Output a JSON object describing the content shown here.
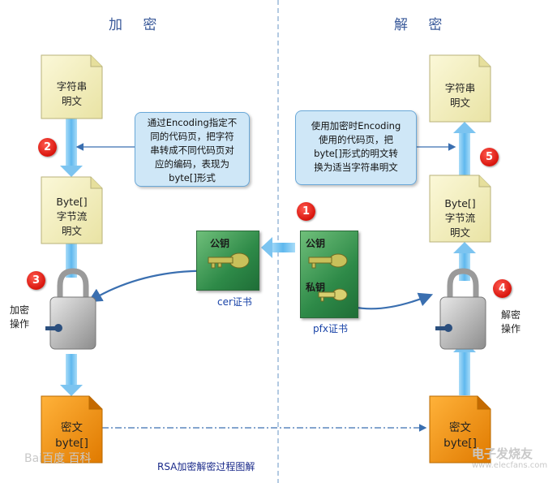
{
  "titles": {
    "encrypt": "加 密",
    "decrypt": "解 密"
  },
  "left": {
    "plaintext_doc": "字符串\n明文",
    "byte_doc": "Byte[]\n字节流\n明文",
    "cipher_doc": "密文\nbyte[]",
    "op_label": "加密\n操作"
  },
  "right": {
    "plaintext_doc": "字符串\n明文",
    "byte_doc": "Byte[]\n字节流\n明文",
    "cipher_doc": "密文\nbyte[]",
    "op_label": "解密\n操作"
  },
  "callouts": {
    "left": "通过Encoding指定不\n同的代码页，把字符\n串转成不同代码页对\n应的编码，表现为\nbyte[]形式",
    "right": "使用加密时Encoding\n使用的代码页，把\nbyte[]形式的明文转\n换为适当字符串明文"
  },
  "badges": [
    "1",
    "2",
    "3",
    "4",
    "5"
  ],
  "certs": {
    "cer": {
      "public_key": "公钥",
      "caption": "cer证书"
    },
    "pfx": {
      "public_key": "公钥",
      "private_key": "私钥",
      "caption": "pfx证书"
    }
  },
  "caption": "RSA加密解密过程图解",
  "watermark_left": "Bai百度 百科",
  "watermark_right": "电子发烧友",
  "watermark_right_url": "www.elecfans.com",
  "colors": {
    "doc_fill": "#f7f3c6",
    "cipher_fill": "#f2920c",
    "arrow_blue": "#7cc4f0",
    "connector": "#3a6fb0",
    "badge_red": "#d8140c"
  }
}
